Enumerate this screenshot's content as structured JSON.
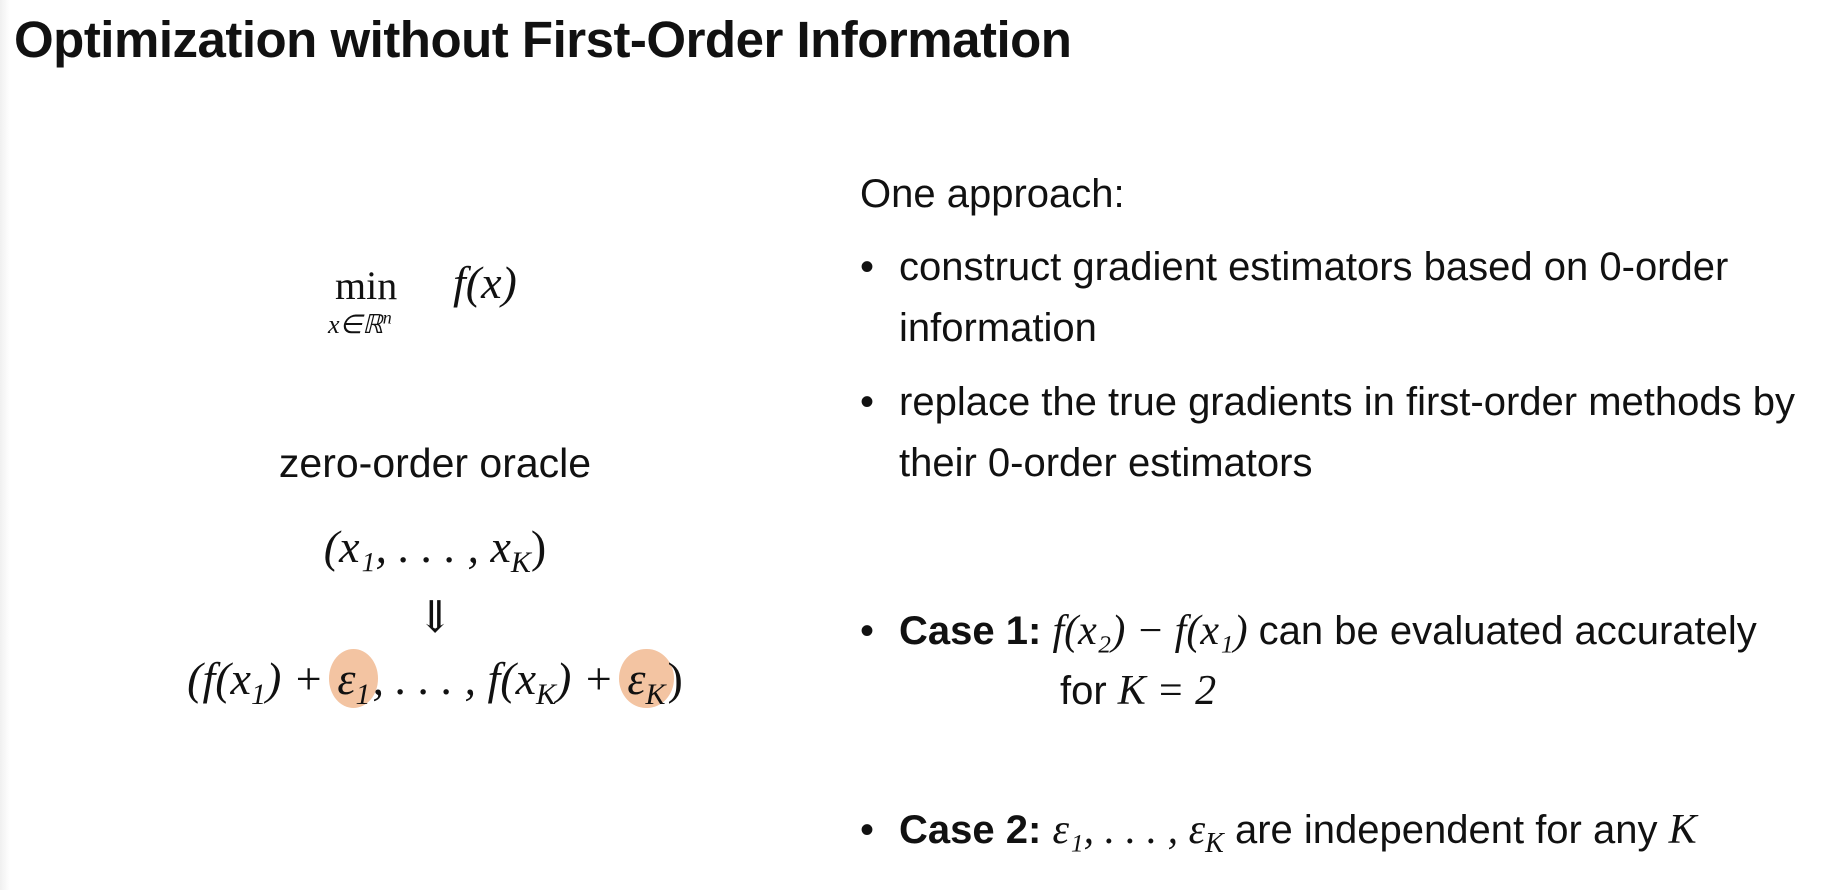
{
  "title": "Optimization without First-Order Information",
  "left": {
    "problem": {
      "operator": "min",
      "subscript": "x∈ℝ",
      "subscript_power": "n",
      "objective": "f(x)"
    },
    "oracle_label": "zero-order oracle",
    "query": "(x₁, . . . , x",
    "query_k": "K",
    "query_end": ")",
    "arrow": "⇓",
    "response_parts": [
      "(f(x",
      "1",
      ") + ",
      "ε",
      "1",
      ", . . . , f(x",
      "K",
      ") + ",
      "ε",
      "K",
      ")"
    ]
  },
  "right": {
    "intro": "One approach:",
    "bullets": [
      {
        "line1": "construct gradient estimators based on 0-order",
        "line2": "information"
      },
      {
        "line1": "replace the true gradients in first-order methods by",
        "line2": "their 0-order estimators"
      }
    ],
    "case1": {
      "label": "Case 1:",
      "math": "f(x₂) − f(x₁)",
      "text": " can be evaluated accurately",
      "cont_text": "for ",
      "cont_math": "K = 2"
    },
    "case2": {
      "label": "Case 2:",
      "math": "ε₁, . . . , ε",
      "math_k": "K",
      "text": " are independent for any ",
      "k": "K"
    }
  },
  "colors": {
    "highlight": "#f3c4a2"
  }
}
